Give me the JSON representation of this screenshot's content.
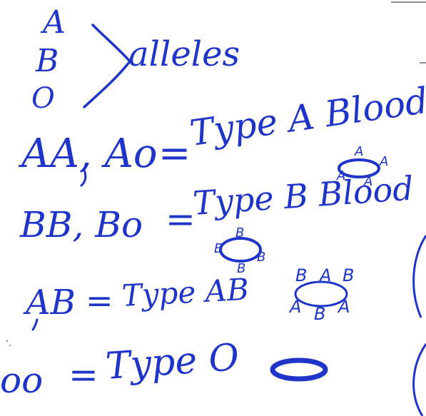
{
  "notes": {
    "alleles": {
      "letters": [
        "A",
        "B",
        "O"
      ],
      "label": "alleles"
    },
    "rows": [
      {
        "genotypes": "AA, Ao",
        "equals": "=",
        "phenotype": "Type A Blood",
        "cell_labels": [
          "A",
          "A",
          "A",
          "A"
        ]
      },
      {
        "genotypes": "BB, Bo",
        "equals": "=",
        "phenotype": "Type B Blood",
        "cell_labels": [
          "B",
          "B",
          "B",
          "B"
        ]
      },
      {
        "genotypes": "AB",
        "equals": "=",
        "phenotype": "Type AB",
        "cell_labels": [
          "B",
          "A",
          "B",
          "A",
          "B",
          "A"
        ]
      },
      {
        "genotypes": "oo",
        "equals": "=",
        "phenotype": "Type O",
        "cell_labels": []
      }
    ]
  },
  "colors": {
    "ink": "#1f35c9",
    "paper": "#ffffff",
    "edge": "#8a8f99"
  }
}
